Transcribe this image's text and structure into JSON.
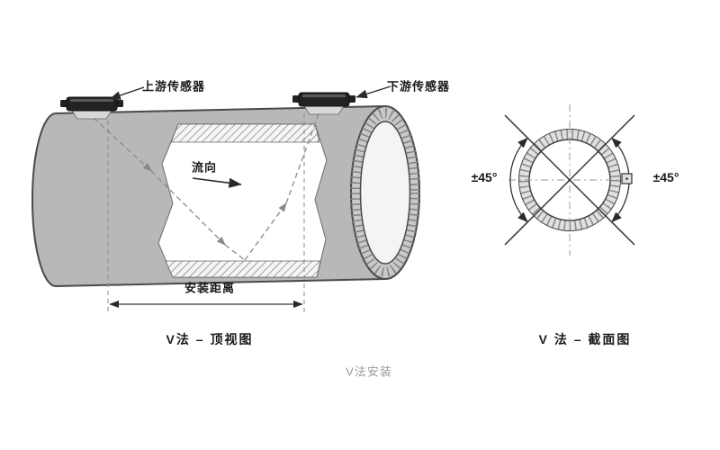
{
  "diagram": {
    "top_view": {
      "upstream_sensor_label": "上游传感器",
      "downstream_sensor_label": "下游传感器",
      "flow_direction_label": "流向",
      "install_distance_label": "安装距离",
      "caption": "V法 – 顶视图"
    },
    "section_view": {
      "angle_left_label": "±45°",
      "angle_right_label": "±45°",
      "caption": "V 法 – 截面图"
    },
    "figure_caption": "V法安装"
  },
  "colors": {
    "background": "#ffffff",
    "pipe_gray": "#b8b8b8",
    "outline": "#4a4a4a",
    "hatch_line": "#8c8c8c",
    "dashed_path": "#8a8a8a",
    "caption_gray": "#9a9a9a",
    "sensor_black": "#222222"
  }
}
